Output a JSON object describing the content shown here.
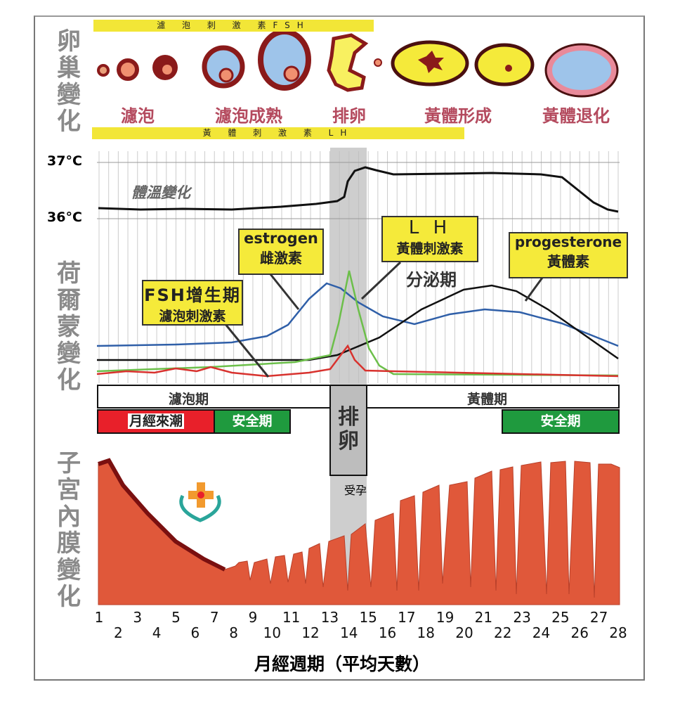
{
  "ovary": {
    "side_label": "卵巢變化",
    "fsh_bar": "濾 泡 刺 激 素FSH",
    "lh_bar": "黃 體 刺 激 素 LH",
    "stages": [
      "濾泡",
      "濾泡成熟",
      "排卵",
      "黃體形成",
      "黃體退化"
    ]
  },
  "temperature": {
    "high": "37°C",
    "low": "36°C",
    "curve_label": "體溫變化"
  },
  "hormone": {
    "side_label": "荷爾蒙變化",
    "fsh": {
      "line1": "FSH增生期",
      "line2": "濾泡刺激素"
    },
    "estrogen": {
      "line1": "estrogen",
      "line2": "雌激素"
    },
    "lh": {
      "line1": "L H",
      "line2": "黃體刺激素"
    },
    "secretory": "分泌期",
    "progesterone": {
      "line1": "progesterone",
      "line2": "黃體素"
    }
  },
  "phases": {
    "follicular": "濾泡期",
    "luteal": "黃體期",
    "ovulation": "排卵",
    "menstruation": "月經來潮",
    "safe1": "安全期",
    "safe2": "安全期",
    "conception": "受孕"
  },
  "endometrium": {
    "side_label": "子宮內膜變化"
  },
  "axis": {
    "odd": [
      "1",
      "3",
      "5",
      "7",
      "9",
      "11",
      "13",
      "15",
      "17",
      "19",
      "21",
      "23",
      "25",
      "27"
    ],
    "even": [
      "2",
      "4",
      "6",
      "8",
      "10",
      "12",
      "14",
      "16",
      "18",
      "20",
      "22",
      "24",
      "26",
      "28"
    ],
    "title": "月經週期（平均天數）"
  },
  "colors": {
    "estrogen": "#2f5fa8",
    "lh": "#6cbf4a",
    "fsh": "#d8322e",
    "progesterone": "#111111",
    "endometrium": "#e0583a",
    "safe": "#1f9a3e",
    "menses": "#e8202a",
    "highlight": "#f5ea3a"
  }
}
